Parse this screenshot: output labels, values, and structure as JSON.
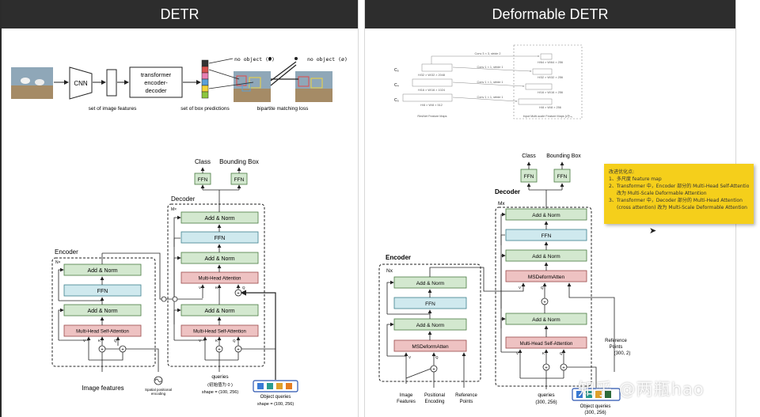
{
  "left_panel": {
    "title": "DETR",
    "pipeline": {
      "cnn": "CNN",
      "transformer_line1": "transformer",
      "transformer_line2": "encoder-",
      "transformer_line3": "decoder",
      "set_features": "set of image features",
      "set_predictions": "set of box predictions",
      "no_object_1": "no object (ø)",
      "no_object_2": "no object (ø)",
      "matching_loss": "bipartite matching loss"
    },
    "arch": {
      "encoder_label": "Encoder",
      "decoder_label": "Decoder",
      "n_label": "N×",
      "m_label": "M×",
      "class_label": "Class",
      "bbox_label": "Bounding Box",
      "ffn": "FFN",
      "add_norm": "Add & Norm",
      "mhsa": "Multi-Head Self-Attention",
      "mha": "Multi-Head Attention",
      "image_features": "Image features",
      "spatial_line1": "Spatial positional",
      "spatial_line2": "encoding",
      "queries": "queries",
      "queries_init": "(初始值为 0 )",
      "queries_shape": "shape = (100, 256)",
      "object_queries": "Object queries",
      "object_queries_shape": "shape = (100, 256)",
      "v": "V",
      "k": "K",
      "q": "Q"
    }
  },
  "right_panel": {
    "title": "Deformable DETR",
    "feature_maps": {
      "c3": "C₃",
      "c4": "C₄",
      "c5": "C₅",
      "conv1": "Conv 3 × 3, stride 2",
      "conv2": "Conv 1 × 1, stride 1",
      "conv3": "Conv 1 × 1, stride 1",
      "conv4": "Conv 1 × 1, stride 1",
      "dim_c5": "H/32 × W/32 × 2048",
      "dim_c4": "H/16 × W/16 × 1024",
      "dim_c3": "H/8 × W/8 × 512",
      "out_1": "H/64 × W/64 × 256",
      "out_2": "H/32 × W/32 × 256",
      "out_3": "H/16 × W/16 × 256",
      "out_4": "H/8 × W/8 × 256",
      "resnet_caption": "ResNet Feature Maps",
      "multiscale_caption": "Input Multi-scale Feature Maps {xˡ}ᴸ₌₁"
    },
    "arch": {
      "encoder_label": "Encoder",
      "decoder_label": "Decoder",
      "n_label": "Nx",
      "m_label": "Mx",
      "class_label": "Class",
      "bbox_label": "Bounding Box",
      "ffn": "FFN",
      "add_norm": "Add & Norm",
      "msdeform": "MSDeformAtten",
      "mhsa": "Multi-Head Self-Attention",
      "image_features_1": "Image",
      "image_features_2": "Features",
      "positional_1": "Positional",
      "positional_2": "Encoding",
      "reference_1": "Reference",
      "reference_2": "Points",
      "ref_points_1": "Reference",
      "ref_points_2": "Points",
      "ref_points_shape": "(300, 2)",
      "queries": "queries",
      "queries_shape": "(300, 256)",
      "object_queries": "Object  queries",
      "object_queries_shape": "(300, 256)",
      "v": "V",
      "k": "K",
      "q": "Q"
    },
    "note": {
      "title": "改进优化点:",
      "item1": "1、多尺度 feature map",
      "item2a": "2、Transformer 中，Encoder 部分的 Multi-Head Self-Attention",
      "item2b": "改为 Multi-Scale Deformable Attention",
      "item3a": "3、Transformer 中，Decoder 部分的 Multi-Head Attention",
      "item3b": "(cross attention) 改为 Multi-Scale Deformable Attention"
    },
    "watermark": "知乎 @两瓶hao"
  },
  "colors": {
    "green_box": "#d3e8cf",
    "blue_box": "#cfe9ee",
    "red_box": "#eec2c2",
    "note_yellow": "#f5cf1b",
    "title_bar": "#2d2d2d"
  }
}
